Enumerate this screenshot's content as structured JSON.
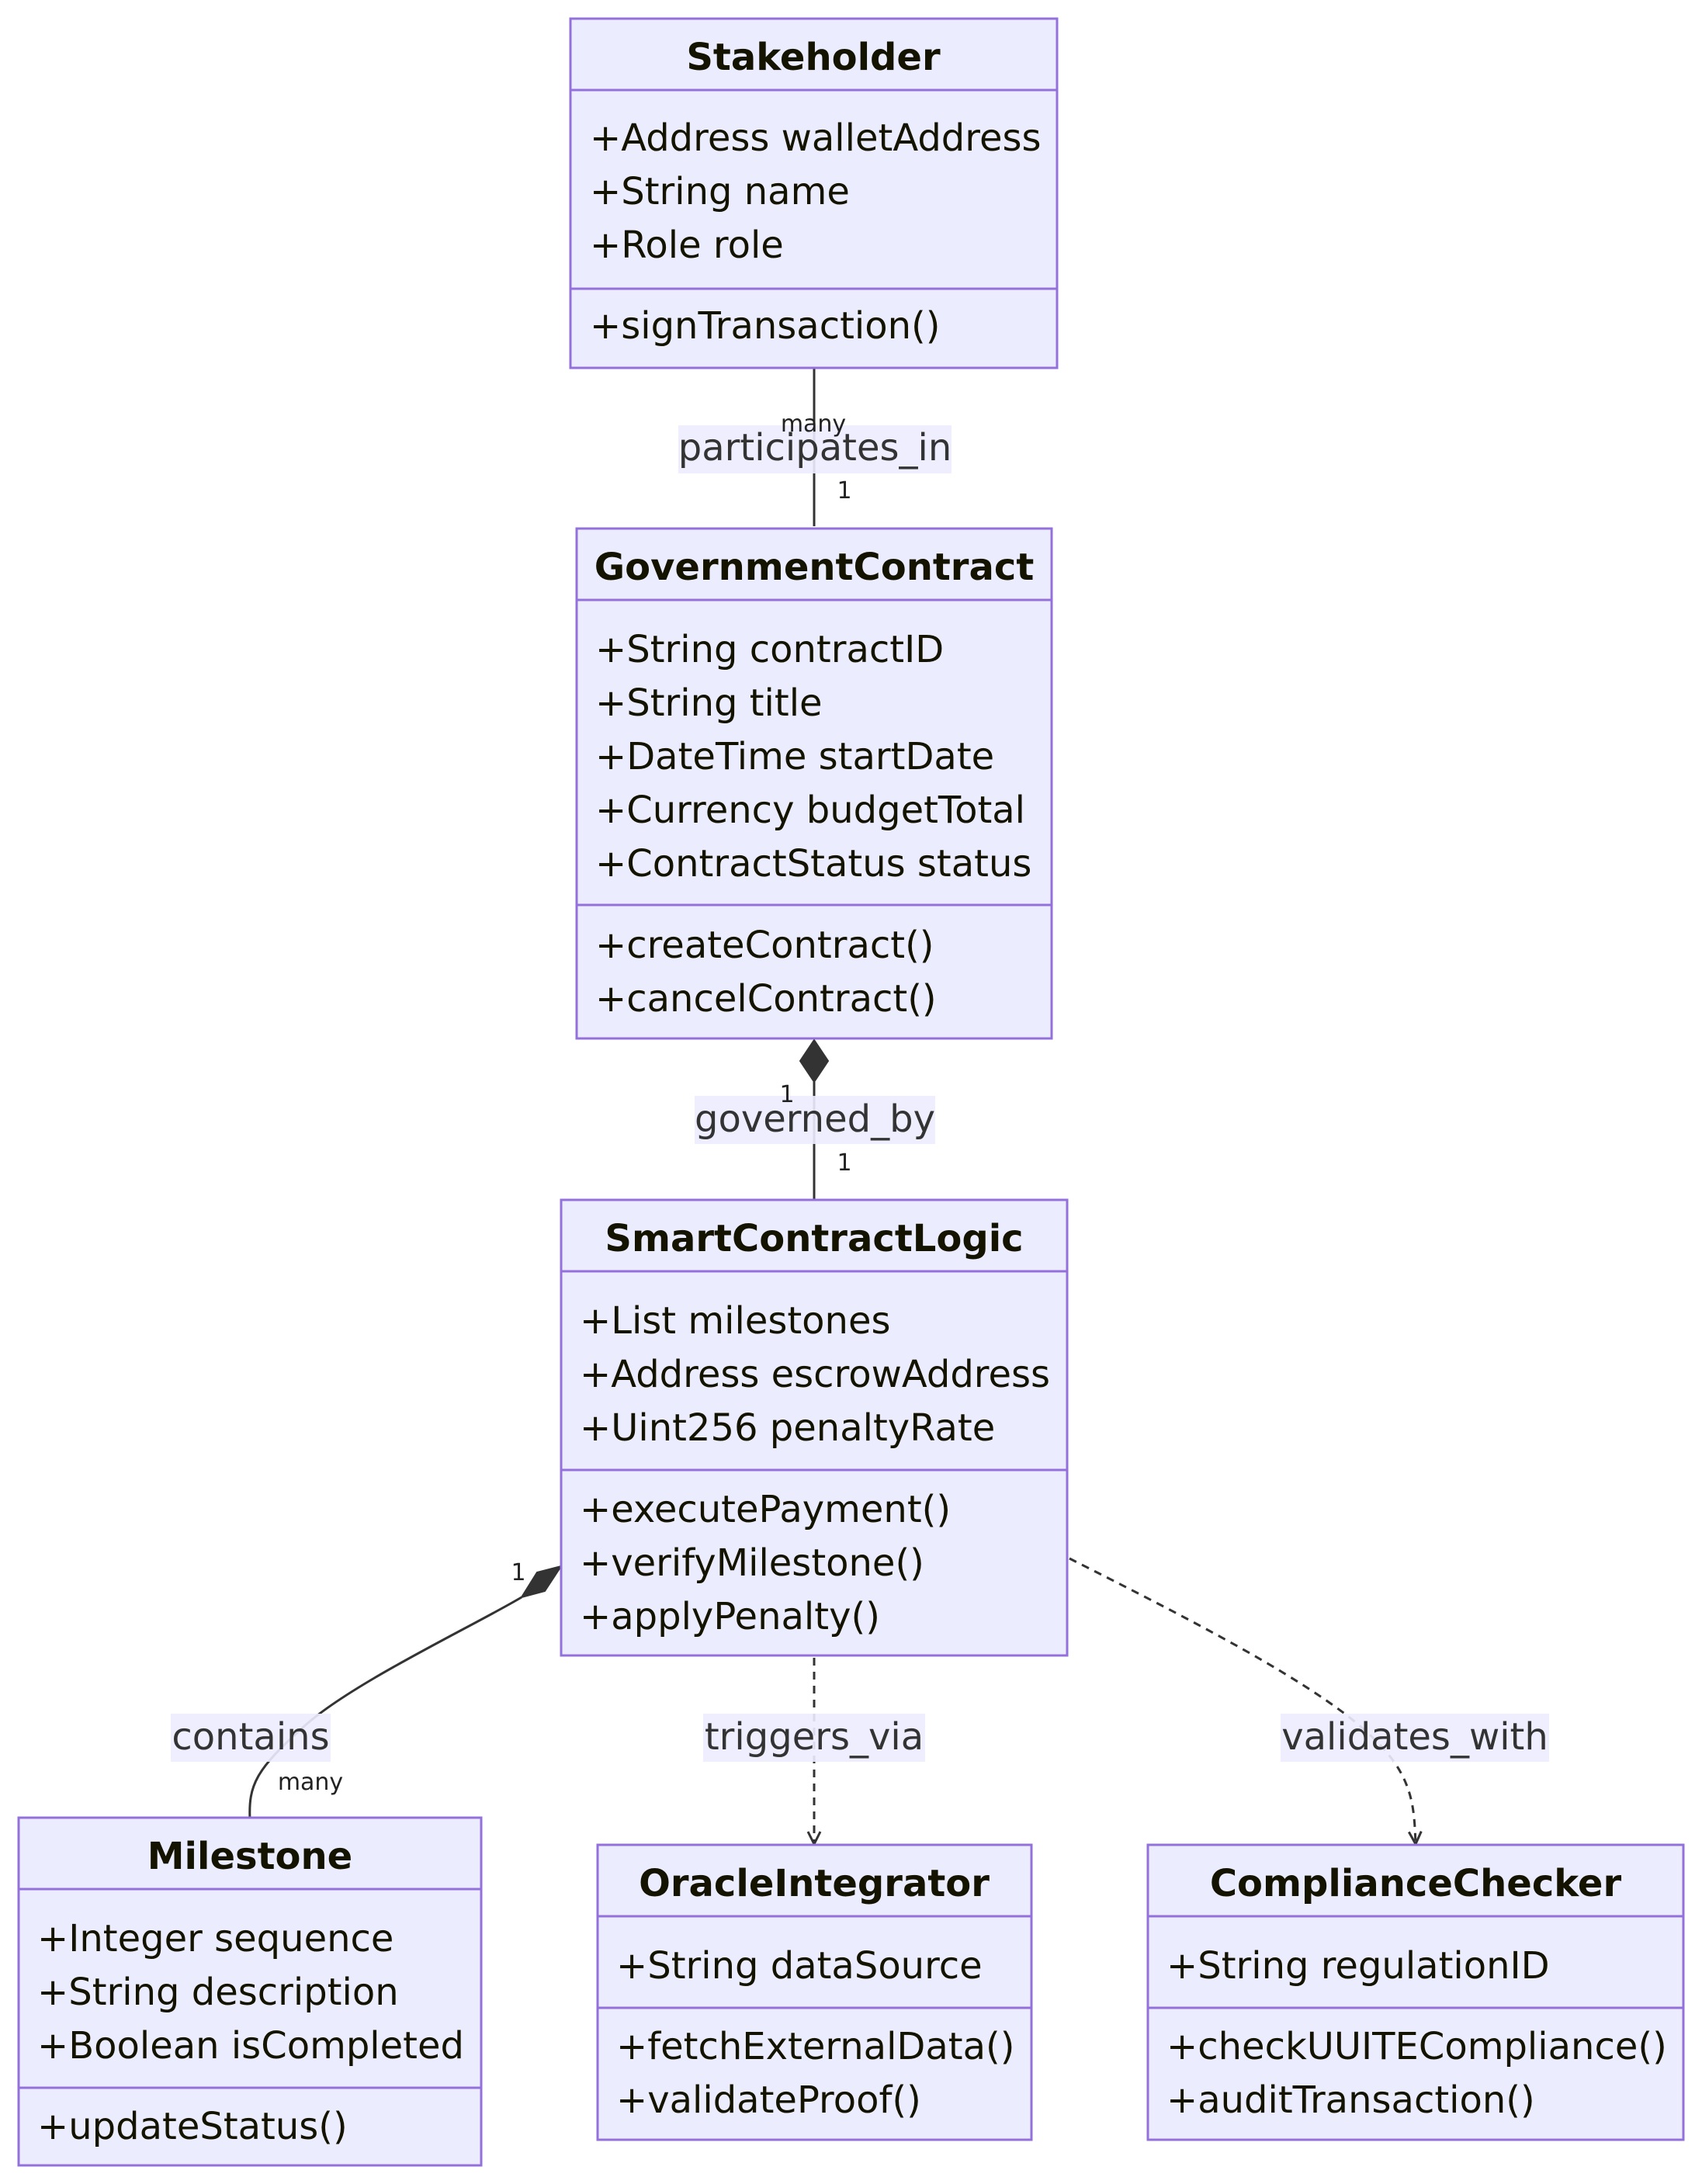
{
  "classes": [
    {
      "id": "stakeholder",
      "name": "Stakeholder",
      "attributes": [
        "+Address walletAddress",
        "+String name",
        "+Role role"
      ],
      "methods": [
        "+signTransaction()"
      ]
    },
    {
      "id": "government-contract",
      "name": "GovernmentContract",
      "attributes": [
        "+String contractID",
        "+String title",
        "+DateTime startDate",
        "+Currency budgetTotal",
        "+ContractStatus status"
      ],
      "methods": [
        "+createContract()",
        "+cancelContract()"
      ]
    },
    {
      "id": "smart-contract-logic",
      "name": "SmartContractLogic",
      "attributes": [
        "+List milestones",
        "+Address escrowAddress",
        "+Uint256 penaltyRate"
      ],
      "methods": [
        "+executePayment()",
        "+verifyMilestone()",
        "+applyPenalty()"
      ]
    },
    {
      "id": "milestone",
      "name": "Milestone",
      "attributes": [
        "+Integer sequence",
        "+String description",
        "+Boolean isCompleted"
      ],
      "methods": [
        "+updateStatus()"
      ]
    },
    {
      "id": "oracle-integrator",
      "name": "OracleIntegrator",
      "attributes": [
        "+String dataSource"
      ],
      "methods": [
        "+fetchExternalData()",
        "+validateProof()"
      ]
    },
    {
      "id": "compliance-checker",
      "name": "ComplianceChecker",
      "attributes": [
        "+String regulationID"
      ],
      "methods": [
        "+checkUUITECompliance()",
        "+auditTransaction()"
      ]
    }
  ],
  "relations": [
    {
      "id": "participates-in",
      "label": "participates_in",
      "from": "stakeholder",
      "to": "government-contract",
      "kind": "association",
      "from_mult": "many",
      "to_mult": "1"
    },
    {
      "id": "governed-by",
      "label": "governed_by",
      "from": "government-contract",
      "to": "smart-contract-logic",
      "kind": "composition",
      "from_mult": "1",
      "to_mult": "1"
    },
    {
      "id": "contains",
      "label": "contains",
      "from": "smart-contract-logic",
      "to": "milestone",
      "kind": "composition",
      "from_mult": "1",
      "to_mult": "many"
    },
    {
      "id": "triggers-via",
      "label": "triggers_via",
      "from": "smart-contract-logic",
      "to": "oracle-integrator",
      "kind": "dependency",
      "from_mult": "",
      "to_mult": ""
    },
    {
      "id": "validates-with",
      "label": "validates_with",
      "from": "smart-contract-logic",
      "to": "compliance-checker",
      "kind": "dependency",
      "from_mult": "",
      "to_mult": ""
    }
  ],
  "colors": {
    "box_fill": "#ECECFF",
    "box_stroke": "#9370DB",
    "edge": "#333333",
    "text": "#131300"
  }
}
